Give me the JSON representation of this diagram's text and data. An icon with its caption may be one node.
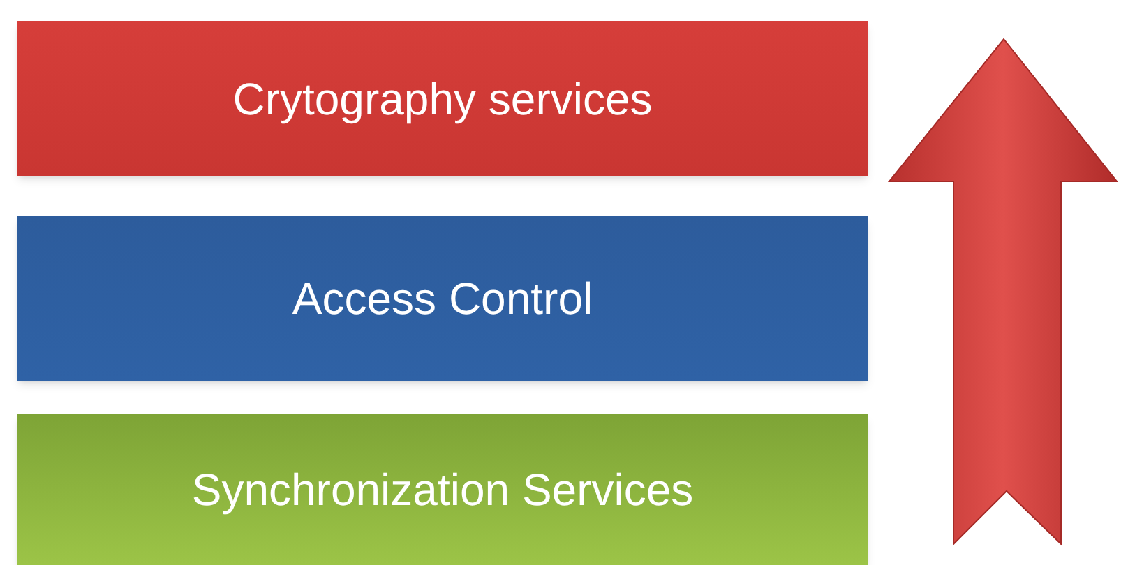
{
  "diagram": {
    "nodes": [
      {
        "text": [
          "Crytography services"
        ]
      },
      {
        "text": [
          "Access Control"
        ]
      },
      {
        "text": [
          "Synchronization Services"
        ]
      }
    ]
  }
}
